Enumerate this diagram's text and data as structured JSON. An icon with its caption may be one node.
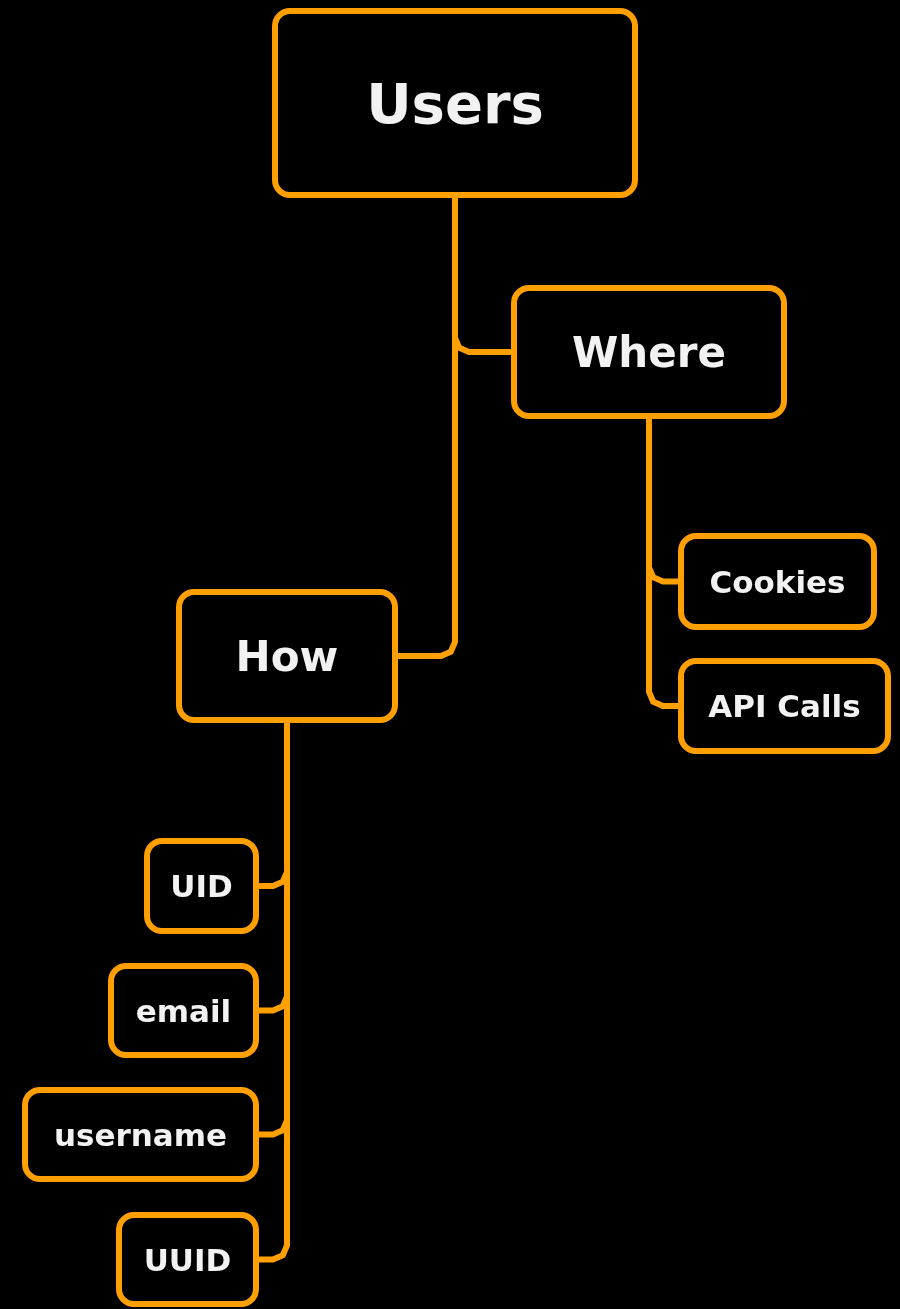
{
  "diagram": {
    "nodes": [
      {
        "text": [
          "Users"
        ]
      },
      {
        "text": [
          "Where"
        ]
      },
      {
        "text": [
          "How"
        ]
      },
      {
        "text": [
          "Cookies"
        ]
      },
      {
        "text": [
          "API Calls"
        ]
      },
      {
        "text": [
          "UID"
        ]
      },
      {
        "text": [
          "email"
        ]
      },
      {
        "text": [
          "username"
        ]
      },
      {
        "text": [
          "UUID"
        ]
      }
    ],
    "edges": [
      {
        "from": 0,
        "to": 1,
        "arrow": "none"
      },
      {
        "from": 0,
        "to": 2,
        "arrow": "none"
      },
      {
        "from": 1,
        "to": 3,
        "arrow": "none"
      },
      {
        "from": 1,
        "to": 4,
        "arrow": "none"
      },
      {
        "from": 2,
        "to": 5,
        "arrow": "none"
      },
      {
        "from": 2,
        "to": 6,
        "arrow": "none"
      },
      {
        "from": 2,
        "to": 7,
        "arrow": "none"
      },
      {
        "from": 2,
        "to": 8,
        "arrow": "none"
      }
    ]
  }
}
